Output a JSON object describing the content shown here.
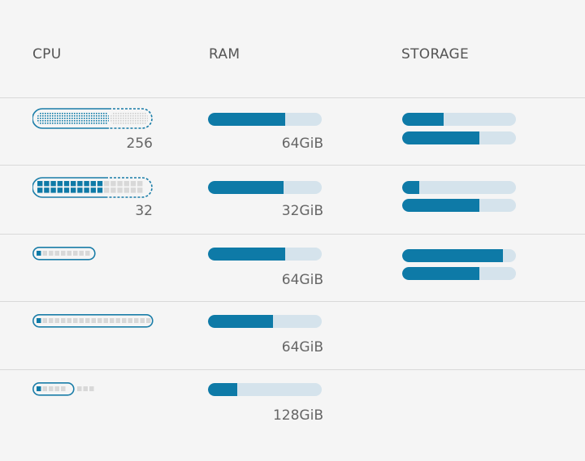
{
  "columns": {
    "cpu": "CPU",
    "ram": "RAM",
    "storage": "STORAGE"
  },
  "rows": [
    {
      "cpu_label": "256",
      "ram_label": "64GiB",
      "ram_fill": 0.68,
      "storage": [
        0.36,
        0.67
      ]
    },
    {
      "cpu_label": "32",
      "ram_label": "32GiB",
      "ram_fill": 0.67,
      "storage": [
        0.15,
        0.67
      ]
    },
    {
      "cpu_label": "",
      "ram_label": "64GiB",
      "ram_fill": 0.68,
      "storage": [
        0.88,
        0.67
      ]
    },
    {
      "cpu_label": "",
      "ram_label": "64GiB",
      "ram_fill": 0.57,
      "storage": []
    },
    {
      "cpu_label": "",
      "ram_label": "128GiB",
      "ram_fill": 0.26,
      "storage": []
    }
  ],
  "colors": {
    "accent": "#0e7aa7",
    "track": "#d5e3ec",
    "cell_empty": "#d8d8d8"
  }
}
